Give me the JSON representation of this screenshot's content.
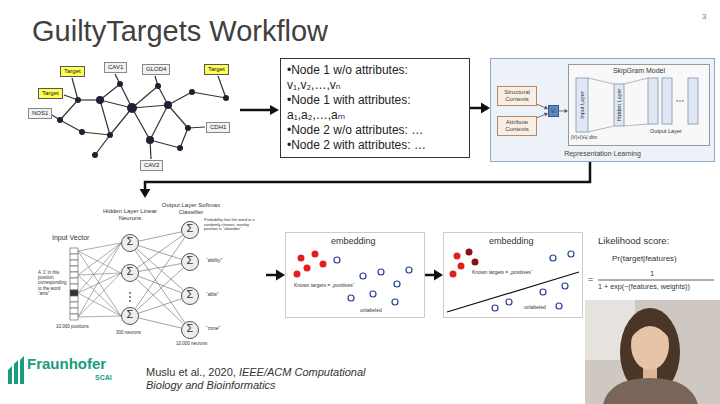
{
  "diagram": {
    "title": "GuiltyTargets Workflow",
    "nodes": [
      {
        "text": [
          "Target"
        ]
      },
      {
        "text": [
          "CAV1"
        ]
      },
      {
        "text": [
          "GLOD4"
        ]
      },
      {
        "text": [
          "Target"
        ]
      },
      {
        "text": [
          "Target"
        ]
      },
      {
        "text": [
          "NOS1"
        ]
      },
      {
        "text": [
          "CDH1"
        ]
      },
      {
        "text": [
          "CAV2"
        ]
      },
      {
        "text": [
          "•Node 1 w/o attributes: v₁,v₂,…,vₙ",
          "•Node 1 with attributes: a₁,a₂,…,aₘ",
          "•Node 2 w/o attributes: …",
          "•Node 2 with attributes: …"
        ]
      },
      {
        "text": [
          "Representation Learning"
        ]
      },
      {
        "text": [
          "Structural Contexts"
        ],
        "in": 9
      },
      {
        "text": [
          "Attribute Contexts"
        ],
        "in": 9
      },
      {
        "text": [
          "vᵢ"
        ],
        "in": 9
      },
      {
        "text": [
          "SkipGram Model"
        ],
        "in": 9
      },
      {
        "text": [
          "Input Vector",
          "Hidden Layer Linear Neurons",
          "Output Layer Softmax Classifier"
        ]
      },
      {
        "text": [
          "Σ"
        ],
        "in": 14
      },
      {
        "text": [
          "Σ"
        ],
        "in": 14
      },
      {
        "text": [
          "Σ"
        ],
        "in": 14
      },
      {
        "text": [
          "Σ"
        ],
        "in": 14
      },
      {
        "text": [
          "Σ"
        ],
        "in": 14
      },
      {
        "text": [
          "Σ"
        ],
        "in": 14
      },
      {
        "text": [
          "Σ"
        ],
        "in": 14
      },
      {
        "text": [
          "embedding",
          "Known targets = „positives“",
          "unlabeled"
        ]
      },
      {
        "text": [
          "embedding",
          "Known targets = „positives“",
          "unlabeled"
        ]
      }
    ],
    "edges": [
      {
        "from": 8,
        "to": 9,
        "arrow": "to"
      },
      {
        "from": 10,
        "to": 12,
        "arrow": "to"
      },
      {
        "from": 11,
        "to": 12,
        "arrow": "to"
      },
      {
        "from": 12,
        "to": 13,
        "arrow": "to"
      },
      {
        "from": 9,
        "to": 14,
        "arrow": "to"
      },
      {
        "from": 15,
        "to": 18,
        "arrow": "none"
      },
      {
        "from": 15,
        "to": 19,
        "arrow": "none"
      },
      {
        "from": 15,
        "to": 20,
        "arrow": "none"
      },
      {
        "from": 15,
        "to": 21,
        "arrow": "none"
      },
      {
        "from": 16,
        "to": 18,
        "arrow": "none"
      },
      {
        "from": 16,
        "to": 19,
        "arrow": "none"
      },
      {
        "from": 16,
        "to": 20,
        "arrow": "none"
      },
      {
        "from": 16,
        "to": 21,
        "arrow": "none"
      },
      {
        "from": 17,
        "to": 18,
        "arrow": "none"
      },
      {
        "from": 17,
        "to": 19,
        "arrow": "none"
      },
      {
        "from": 17,
        "to": 20,
        "arrow": "none"
      },
      {
        "from": 17,
        "to": 21,
        "arrow": "none"
      },
      {
        "from": 14,
        "to": 22,
        "arrow": "to"
      },
      {
        "from": 22,
        "to": 23,
        "arrow": "to"
      }
    ],
    "labels": [
      "3",
      "Input Layer",
      "Hidden Layer",
      "Output Layer",
      "|V|+|Vₐ| dim",
      "A ‘1’ in this position corresponding to the word “ants”",
      "10,000 positions",
      "300 neurons",
      "Probability that the word at a randomly chosen, nearby position is “abandon”",
      "“ability”",
      "“able”",
      "“zone”",
      "10,000 neurons",
      "Likelihood score:",
      "Pr(target|features)",
      "=",
      "1",
      "1 + exp(−(features, weights))",
      "Fraunhofer",
      "SCAI",
      "Muslu et al., 2020,",
      "IEEE/ACM Computational Biology and Bioinformatics"
    ]
  }
}
